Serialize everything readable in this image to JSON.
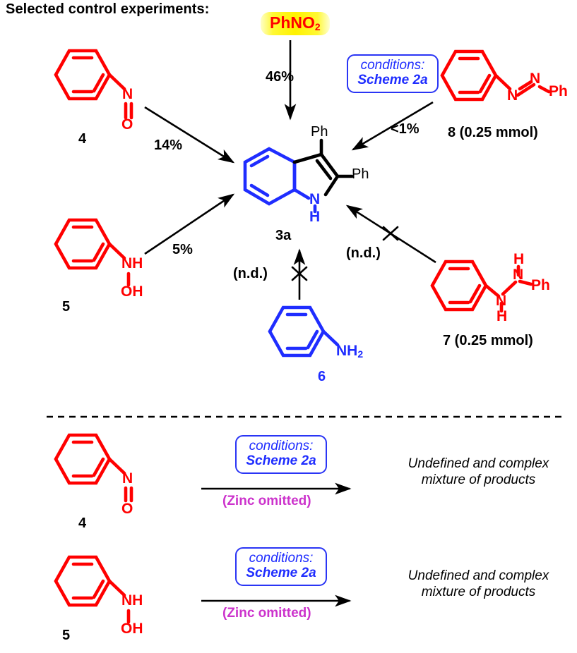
{
  "title": "Selected control experiments:",
  "reagents": {
    "phno2": {
      "label": "PhNO2",
      "label_main": "PhNO",
      "label_sub": "2",
      "color": "#FF0000",
      "highlight": "#FFF200"
    },
    "nitrosobenzene": {
      "number": "4",
      "atom_n": "N",
      "atom_o": "O",
      "color": "#FF0000"
    },
    "phenylhydroxylamine": {
      "number": "5",
      "atom_nh": "NH",
      "atom_oh": "OH",
      "color": "#FF0000"
    },
    "aniline": {
      "number": "6",
      "atom_nh2_main": "NH",
      "atom_nh2_sub": "2",
      "color": "#1F2DFF"
    },
    "hydrazine": {
      "number": "7 (0.25 mmol)",
      "atom_n1": "N",
      "atom_h1": "H",
      "atom_n2": "N",
      "atom_h2": "H",
      "atom_ph": "Ph",
      "color": "#FF0000"
    },
    "azobenzene": {
      "number": "8 (0.25 mmol)",
      "atom_n1": "N",
      "atom_n2": "N",
      "atom_ph": "Ph",
      "color": "#FF0000"
    }
  },
  "product": {
    "number": "3a",
    "atom_nh_n": "N",
    "atom_nh_h": "H",
    "substituent_c3": "Ph",
    "substituent_c2": "Ph",
    "ring_color": "#1F2DFF"
  },
  "conditions_box": {
    "line1": "conditions:",
    "line2": "Scheme 2a",
    "color": "#1F2DFF"
  },
  "yields": {
    "from_phno2": "46%",
    "from_nitrosobenzene": "14%",
    "from_hydroxylamine": "5%",
    "from_azobenzene": "<1%",
    "from_hydrazine": "(n.d.)",
    "from_aniline": "(n.d.)"
  },
  "bottom_reactions": [
    {
      "substrate_number": "4",
      "conditions_line1": "conditions:",
      "conditions_line2": "Scheme 2a",
      "note": "(Zinc omitted)",
      "note_color": "#CC33CC",
      "outcome": "Undefined and complex\nmixture of products"
    },
    {
      "substrate_number": "5",
      "conditions_line1": "conditions:",
      "conditions_line2": "Scheme 2a",
      "note": "(Zinc omitted)",
      "note_color": "#CC33CC",
      "outcome": "Undefined and complex\nmixture of products"
    }
  ],
  "divider": {
    "style": "dashed",
    "color": "#000000"
  }
}
